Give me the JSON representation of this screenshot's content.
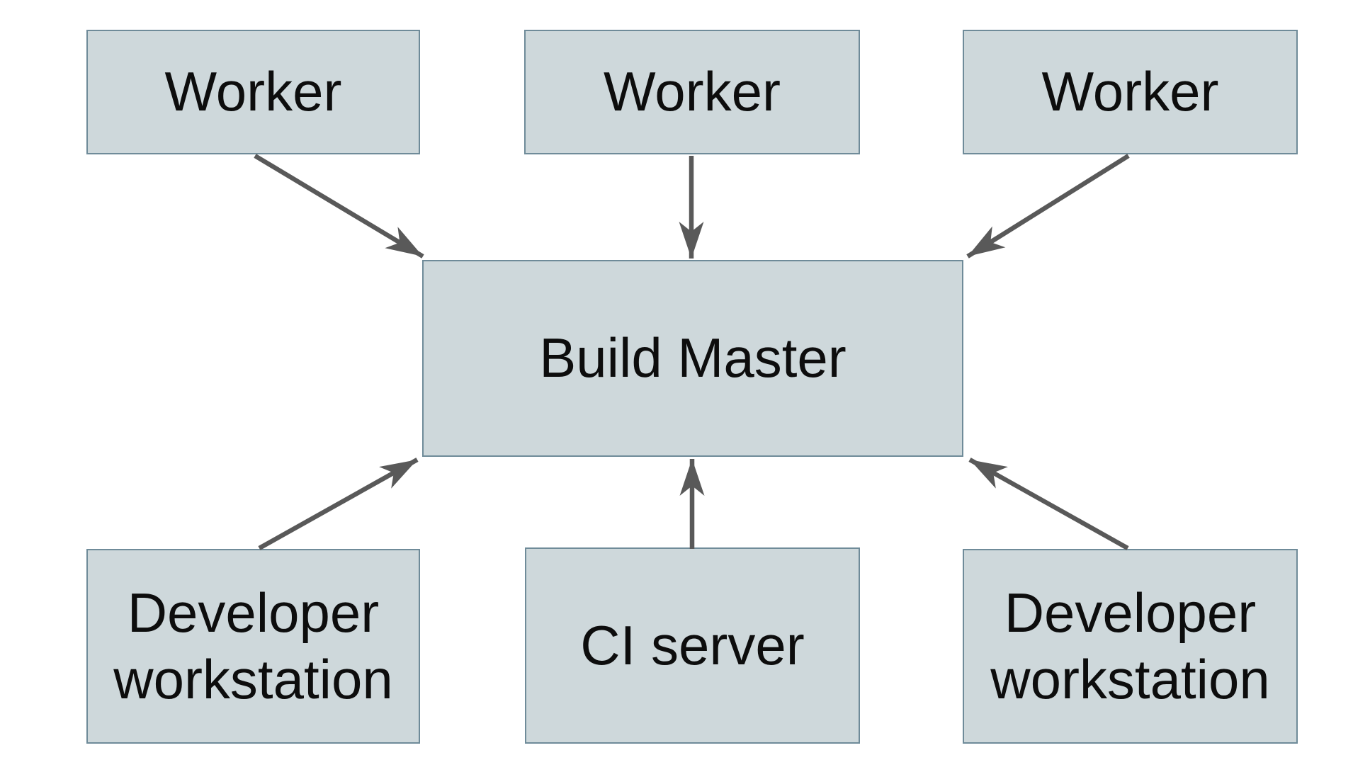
{
  "diagram": {
    "nodes": {
      "worker_left": {
        "label": "Worker"
      },
      "worker_center": {
        "label": "Worker"
      },
      "worker_right": {
        "label": "Worker"
      },
      "build_master": {
        "label": "Build Master"
      },
      "dev_workstation_left": {
        "label": "Developer workstation"
      },
      "ci_server": {
        "label": "CI server"
      },
      "dev_workstation_right": {
        "label": "Developer workstation"
      }
    },
    "edges": [
      {
        "from": "worker_left",
        "to": "build_master"
      },
      {
        "from": "worker_center",
        "to": "build_master"
      },
      {
        "from": "worker_right",
        "to": "build_master"
      },
      {
        "from": "dev_workstation_left",
        "to": "build_master"
      },
      {
        "from": "ci_server",
        "to": "build_master"
      },
      {
        "from": "dev_workstation_right",
        "to": "build_master"
      }
    ],
    "colors": {
      "background": "#ffffff",
      "node_fill": "#ced8db",
      "node_border": "#6f8b99",
      "arrow": "#595959",
      "text": "#0d0d0d"
    }
  }
}
